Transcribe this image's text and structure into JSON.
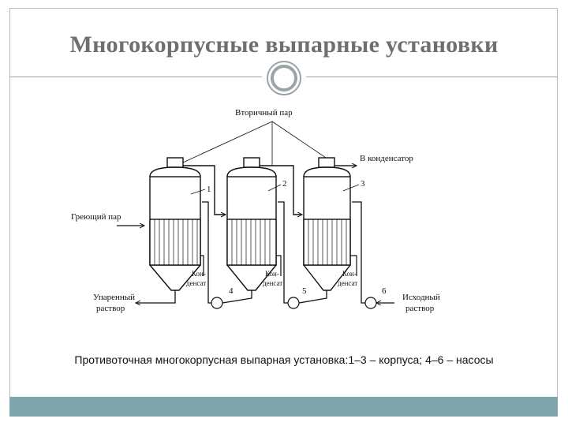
{
  "slide": {
    "title": "Многокорпусные выпарные установки",
    "caption": "Противоточная многокорпусная выпарная установка:1–3 – корпуса; 4–6 – насосы"
  },
  "diagram": {
    "secondary_steam": "Вторичный пар",
    "to_condenser": "В конденсатор",
    "heating_steam": "Греющий пар",
    "evaporated_solution_1": "Упаренный",
    "evaporated_solution_2": "раствор",
    "initial_solution_1": "Исходный",
    "initial_solution_2": "раствор",
    "condensate_1": "Кон-",
    "condensate_2": "денсат",
    "body_labels": [
      "1",
      "2",
      "3"
    ],
    "pump_labels": [
      "4",
      "5",
      "6"
    ]
  },
  "colors": {
    "accent_bar": "#7fa6ad",
    "title": "#6f6f6f",
    "frame": "#b9b9b9"
  }
}
